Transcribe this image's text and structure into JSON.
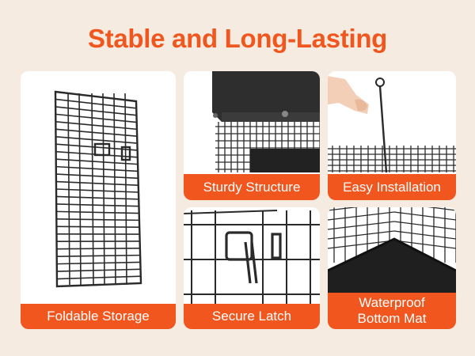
{
  "title": "Stable and Long-Lasting",
  "cards": {
    "foldable": {
      "label": "Foldable Storage"
    },
    "sturdy": {
      "label": "Sturdy Structure"
    },
    "installation": {
      "label": "Easy Installation"
    },
    "latch": {
      "label": "Secure Latch"
    },
    "mat": {
      "label_line1": "Waterproof",
      "label_line2": "Bottom Mat"
    }
  },
  "colors": {
    "accent": "#f0561d",
    "background": "#f6ebe0",
    "wire": "#2a2a2a"
  }
}
